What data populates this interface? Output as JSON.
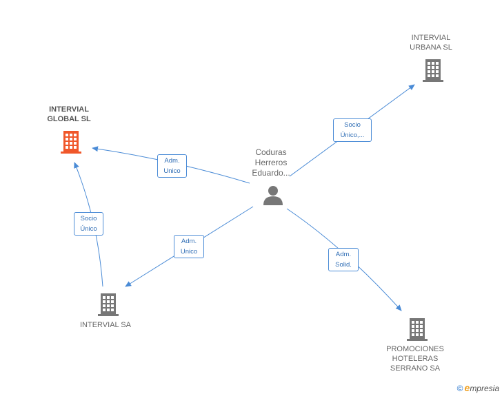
{
  "nodes": {
    "person": {
      "label": "Coduras\nHerreros\nEduardo..."
    },
    "intervial_global": {
      "label": "INTERVIAL\nGLOBAL SL"
    },
    "intervial_urbana": {
      "label": "INTERVIAL\nURBANA SL"
    },
    "intervial_sa": {
      "label": "INTERVIAL SA"
    },
    "promociones": {
      "label": "PROMOCIONES\nHOTELERAS\nSERRANO SA"
    }
  },
  "edges": {
    "person_global": "Adm.\nUnico",
    "person_urbana": "Socio\nÚnico,...",
    "person_sa": "Adm.\nUnico",
    "person_promociones": "Adm.\nSolid.",
    "sa_global": "Socio\nÚnico"
  },
  "colors": {
    "edge": "#4a8bd6",
    "company_icon": "#777777",
    "highlight_company_icon": "#f0572a",
    "person_icon": "#777777"
  },
  "brand": {
    "copyright": "©",
    "e": "e",
    "rest": "mpresia"
  }
}
